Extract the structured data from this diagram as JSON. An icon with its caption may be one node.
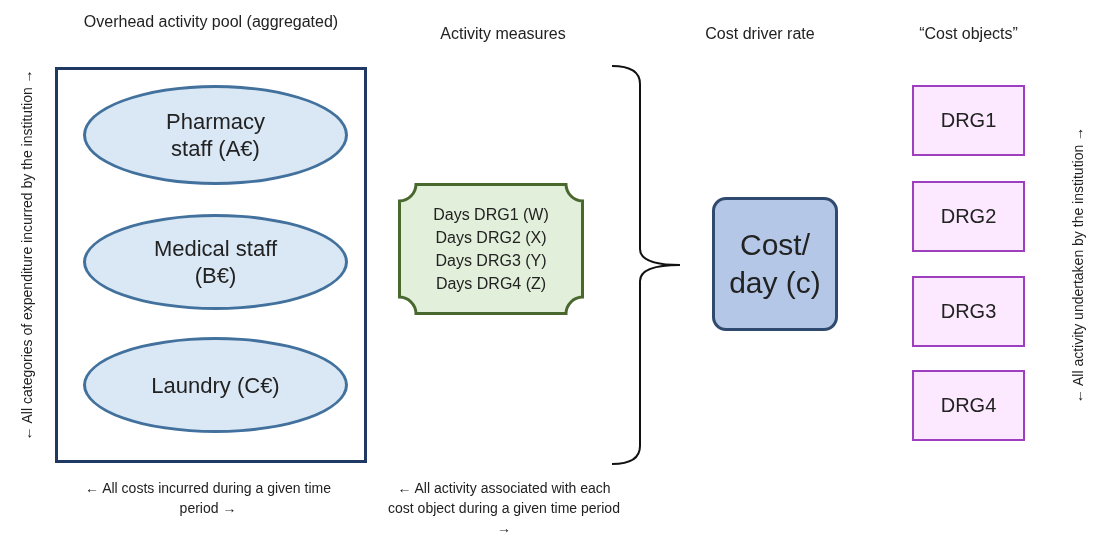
{
  "diagram": {
    "nodes": [
      {
        "text": [
          "Overhead activity pool (aggregated)"
        ]
      },
      {
        "text": [
          "Pharmacy staff (A€)"
        ],
        "in": 0
      },
      {
        "text": [
          "Medical staff (B€)"
        ],
        "in": 0
      },
      {
        "text": [
          "Laundry (C€)"
        ],
        "in": 0
      },
      {
        "text": [
          "Days DRG1 (W)",
          "Days DRG2 (X)",
          "Days DRG3 (Y)",
          "Days DRG4 (Z)"
        ]
      },
      {
        "text": [
          "Cost/ day (c)"
        ]
      },
      {
        "text": [
          "DRG1"
        ]
      },
      {
        "text": [
          "DRG2"
        ]
      },
      {
        "text": [
          "DRG3"
        ]
      },
      {
        "text": [
          "DRG4"
        ]
      }
    ],
    "edges": [],
    "labels": [
      "Activity measures",
      "Cost driver rate",
      "“Cost objects”",
      "← All categories of expenditure incurred by the institution →",
      "← All activity undertaken by the institution →",
      "← All costs incurred during a given time period →",
      "← All activity associated with each cost object during a given time period →"
    ]
  }
}
